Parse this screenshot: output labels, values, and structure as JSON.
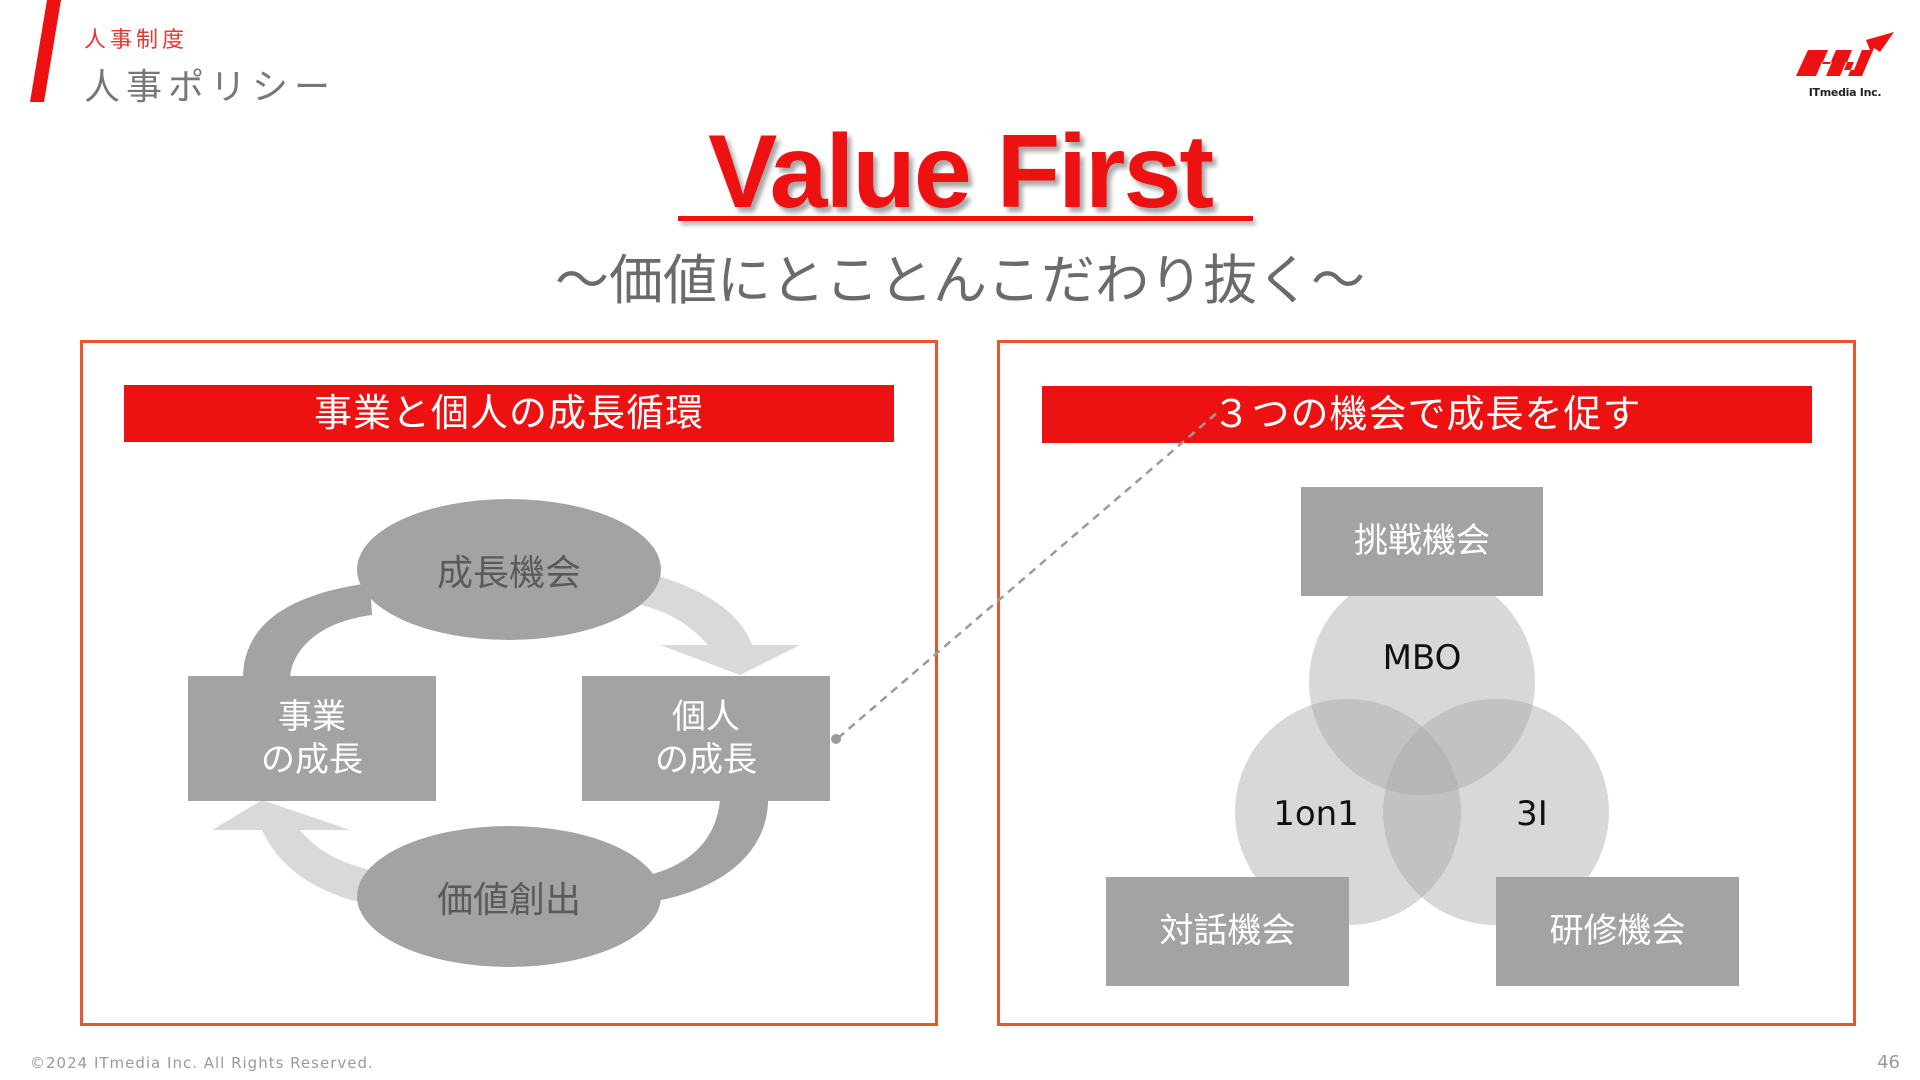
{
  "header": {
    "section_label": "人事制度",
    "section_title": "人事ポリシー"
  },
  "logo": {
    "text": "ITmedia Inc."
  },
  "main": {
    "title": "Value First",
    "subtitle": "〜価値にとことんこだわり抜く〜"
  },
  "left_panel": {
    "header": "事業と個人の成長循環",
    "cycle": {
      "top": "成長機会",
      "bottom": "価値創出",
      "left_line1": "事業",
      "left_line2": "の成長",
      "right_line1": "個人",
      "right_line2": "の成長"
    }
  },
  "right_panel": {
    "header": "３つの機会で成長を促す",
    "boxes": {
      "top": "挑戦機会",
      "bottom_left": "対話機会",
      "bottom_right": "研修機会"
    },
    "circles": {
      "top": "MBO",
      "left": "1on1",
      "right": "3I"
    }
  },
  "footer": {
    "copyright": "©2024 ITmedia Inc. All Rights Reserved.",
    "page_number": "46"
  },
  "colors": {
    "accent_red": "#ee1111",
    "panel_border": "#e8552e",
    "box_gray": "#a3a3a3",
    "circle_gray": "#cdcdcd"
  }
}
